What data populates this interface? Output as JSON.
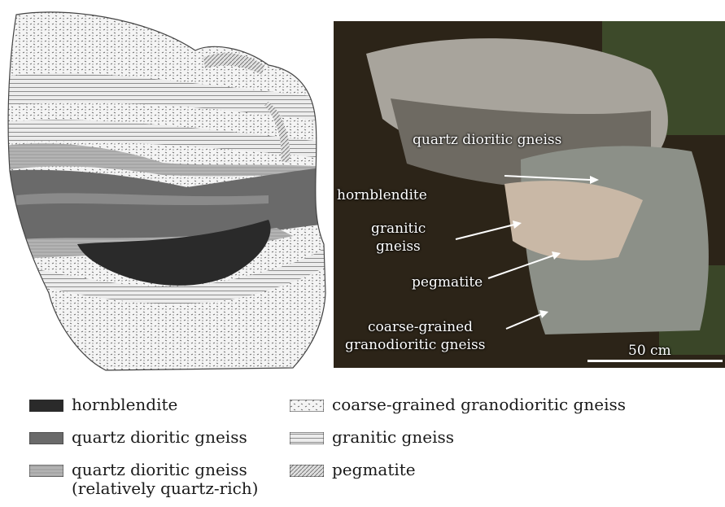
{
  "photo": {
    "labels": {
      "quartz_dioritic_gneiss": "quartz dioritic gneiss",
      "hornblendite": "hornblendite",
      "granitic_line1": "granitic",
      "granitic_line2": "gneiss",
      "pegmatite": "pegmatite",
      "coarse_line1": "coarse-grained",
      "coarse_line2": "granodioritic gneiss"
    },
    "scale_bar": "50 cm"
  },
  "legend": {
    "hornblendite": "hornblendite",
    "quartz_dioritic_gneiss": "quartz dioritic gneiss",
    "quartz_rich_line1": "quartz dioritic gneiss",
    "quartz_rich_line2": "(relatively quartz-rich)",
    "coarse_grained": "coarse-grained granodioritic gneiss",
    "granitic_gneiss": "granitic gneiss",
    "pegmatite": "pegmatite"
  },
  "colors": {
    "hornblendite": "#2a2a2a",
    "quartz_dioritic_gneiss": "#6a6a6a",
    "quartz_rich": "#b0b0b0",
    "granitic": "#e6e6e6",
    "pegmatite": "#cfcfcf"
  }
}
